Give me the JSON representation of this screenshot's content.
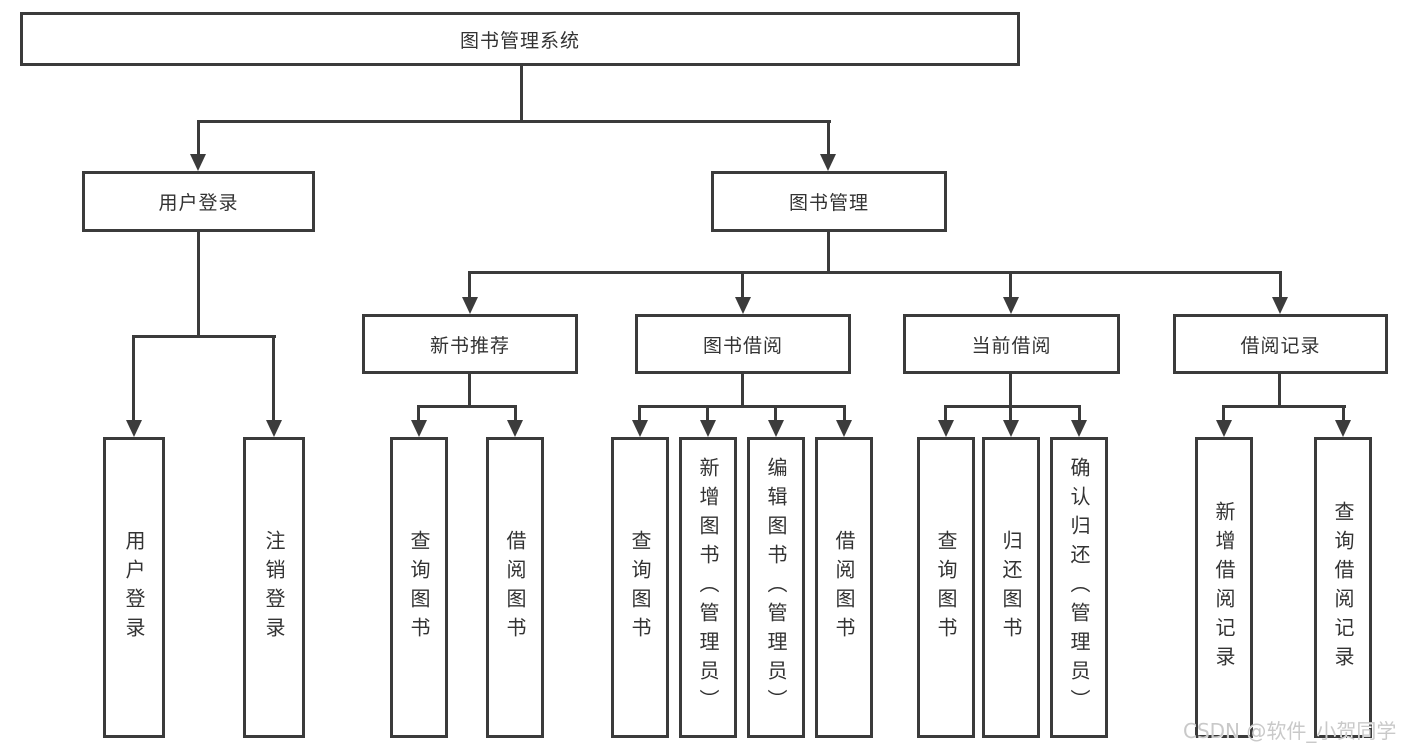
{
  "colors": {
    "line": "#3b3b3b",
    "text": "#333333",
    "watermark": "#c9c9c9",
    "background": "#ffffff"
  },
  "tree": {
    "root": {
      "label": "图书管理系统"
    },
    "branches": [
      {
        "label": "用户登录",
        "children": [
          {
            "label": "用户登录"
          },
          {
            "label": "注销登录"
          }
        ]
      },
      {
        "label": "图书管理",
        "children": [
          {
            "label": "新书推荐",
            "children": [
              {
                "label": "查询图书"
              },
              {
                "label": "借阅图书"
              }
            ]
          },
          {
            "label": "图书借阅",
            "children": [
              {
                "label": "查询图书"
              },
              {
                "label": "新增图书（管理员）"
              },
              {
                "label": "编辑图书（管理员）"
              },
              {
                "label": "借阅图书"
              }
            ]
          },
          {
            "label": "当前借阅",
            "children": [
              {
                "label": "查询图书"
              },
              {
                "label": "归还图书"
              },
              {
                "label": "确认归还（管理员）"
              }
            ]
          },
          {
            "label": "借阅记录",
            "children": [
              {
                "label": "新增借阅记录"
              },
              {
                "label": "查询借阅记录"
              }
            ]
          }
        ]
      }
    ]
  },
  "watermark": {
    "text": "CSDN @软件_小贺同学"
  }
}
